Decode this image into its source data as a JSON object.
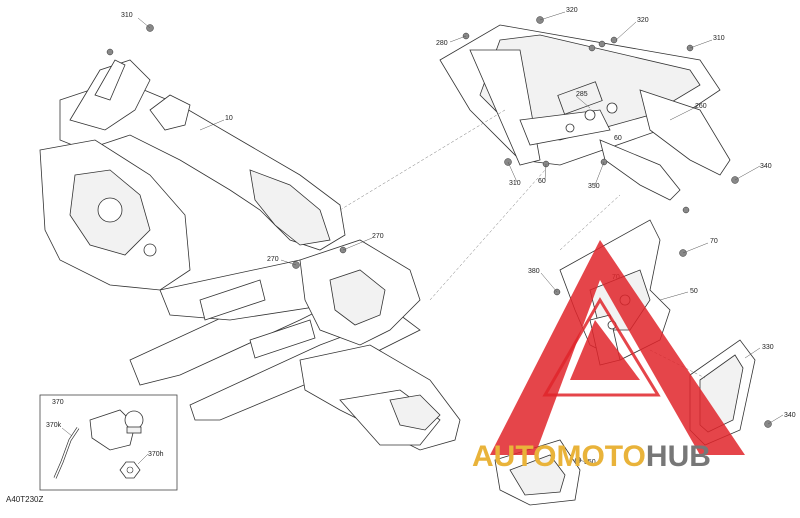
{
  "diagram": {
    "reference_code": "A40T230Z",
    "callouts": [
      {
        "id": "c1",
        "text": "310"
      },
      {
        "id": "c2",
        "text": "10"
      },
      {
        "id": "c3",
        "text": "270"
      },
      {
        "id": "c4",
        "text": "270"
      },
      {
        "id": "c5",
        "text": "320"
      },
      {
        "id": "c6",
        "text": "320"
      },
      {
        "id": "c7",
        "text": "280"
      },
      {
        "id": "c8",
        "text": "310"
      },
      {
        "id": "c9",
        "text": "285"
      },
      {
        "id": "c10",
        "text": "260"
      },
      {
        "id": "c11",
        "text": "60"
      },
      {
        "id": "c12",
        "text": "310"
      },
      {
        "id": "c13",
        "text": "60"
      },
      {
        "id": "c14",
        "text": "350"
      },
      {
        "id": "c15",
        "text": "340"
      },
      {
        "id": "c16",
        "text": "70"
      },
      {
        "id": "c17",
        "text": "380"
      },
      {
        "id": "c18",
        "text": "70"
      },
      {
        "id": "c19",
        "text": "50"
      },
      {
        "id": "c20",
        "text": "330"
      },
      {
        "id": "c21",
        "text": "340"
      },
      {
        "id": "c22",
        "text": "350"
      }
    ],
    "inset": {
      "title": "370",
      "labels": [
        {
          "id": "i1",
          "text": "370k"
        },
        {
          "id": "i2",
          "text": "370h"
        }
      ]
    }
  },
  "watermark": {
    "part1": "AUTO",
    "part2": "MOTO",
    "part3": "HUB",
    "colors": {
      "red": "#e0252a",
      "gold": "#e9b33a",
      "gray": "#777777"
    }
  }
}
